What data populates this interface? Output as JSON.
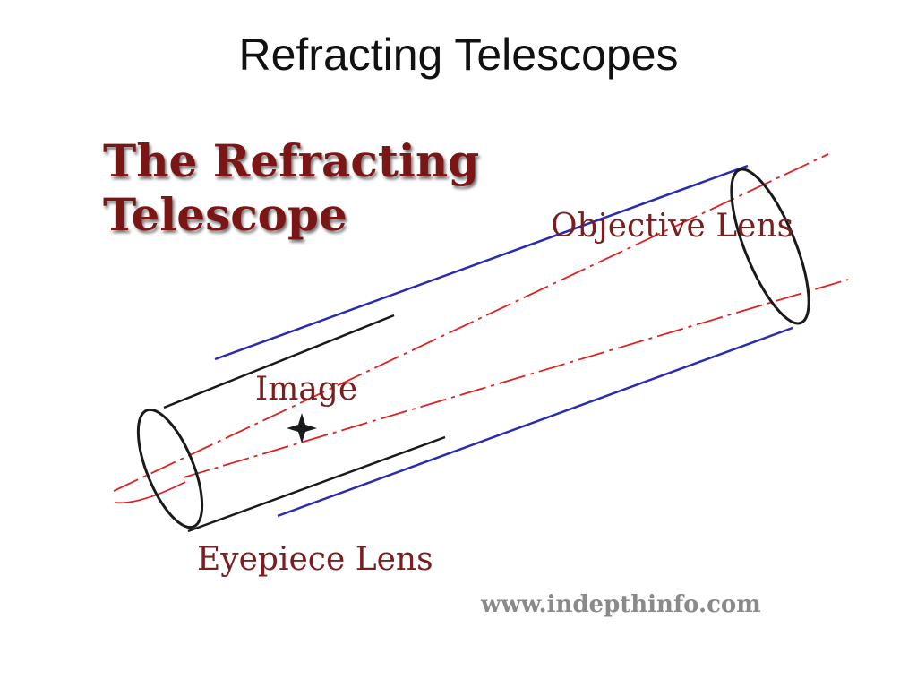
{
  "slide": {
    "title": "Refracting Telescopes"
  },
  "diagram": {
    "heading": "The Refracting\nTelescope",
    "labels": {
      "objective_lens": "Objective Lens",
      "image": "Image",
      "eyepiece_lens": "Eyepiece Lens"
    },
    "credit": "www.indepthinfo.com",
    "colors": {
      "tube_front": "#2b2bb0",
      "tube_back": "#1a1a1a",
      "light_rays": "#e02020",
      "label_text": "#7a1f1f"
    },
    "icons": [
      "star-icon"
    ]
  }
}
